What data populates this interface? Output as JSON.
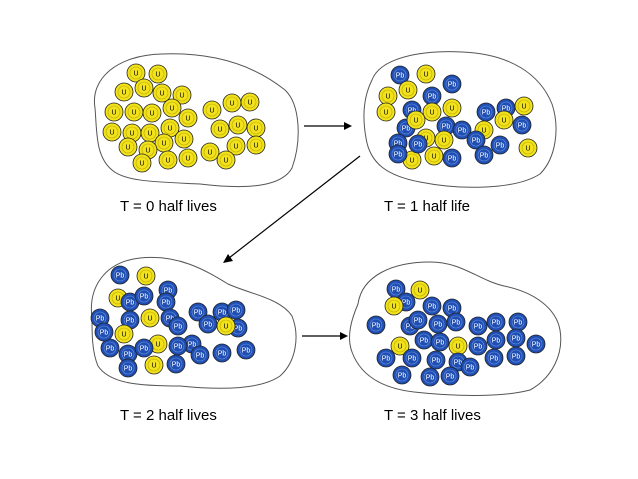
{
  "colors": {
    "uranium_fill": "#f2e21c",
    "lead_fill": "#1f4fb4",
    "outline": "#555555",
    "arrow": "#000000"
  },
  "atom_labels": {
    "uranium": "U",
    "lead": "Pb"
  },
  "panels": [
    {
      "caption": "T = 0 half lives",
      "atoms": [
        "U",
        "U",
        "U",
        "U",
        "U",
        "U",
        "U",
        "U",
        "U",
        "U",
        "U",
        "U",
        "U",
        "U",
        "U",
        "U",
        "U",
        "U",
        "U",
        "U",
        "U",
        "U",
        "U",
        "U",
        "U",
        "U",
        "U",
        "U",
        "U",
        "U",
        "U",
        "U"
      ]
    },
    {
      "caption": "T = 1 half life",
      "atoms": [
        "Pb",
        "U",
        "Pb",
        "U",
        "U",
        "Pb",
        "Pb",
        "U",
        "U",
        "Pb",
        "Pb",
        "U",
        "U",
        "Pb",
        "Pb",
        "U",
        "U",
        "Pb",
        "U",
        "Pb",
        "U",
        "Pb",
        "U",
        "Pb",
        "U",
        "Pb",
        "Pb",
        "U",
        "Pb",
        "Pb",
        "Pb",
        "U"
      ]
    },
    {
      "caption": "T = 2 half lives",
      "atoms": [
        "Pb",
        "U",
        "Pb",
        "U",
        "Pb",
        "Pb",
        "Pb",
        "Pb",
        "U",
        "Pb",
        "Pb",
        "Pb",
        "U",
        "Pb",
        "Pb",
        "Pb",
        "Pb",
        "Pb",
        "Pb",
        "U",
        "Pb",
        "Pb",
        "U",
        "Pb",
        "Pb",
        "U",
        "Pb",
        "Pb",
        "Pb",
        "Pb",
        "Pb",
        "Pb"
      ]
    },
    {
      "caption": "T = 3 half lives",
      "atoms": [
        "Pb",
        "U",
        "Pb",
        "Pb",
        "Pb",
        "Pb",
        "Pb",
        "U",
        "Pb",
        "Pb",
        "Pb",
        "Pb",
        "Pb",
        "Pb",
        "U",
        "Pb",
        "U",
        "Pb",
        "Pb",
        "Pb",
        "Pb",
        "Pb",
        "Pb",
        "Pb",
        "Pb",
        "Pb",
        "Pb",
        "Pb",
        "Pb",
        "Pb",
        "Pb",
        "Pb"
      ]
    }
  ]
}
